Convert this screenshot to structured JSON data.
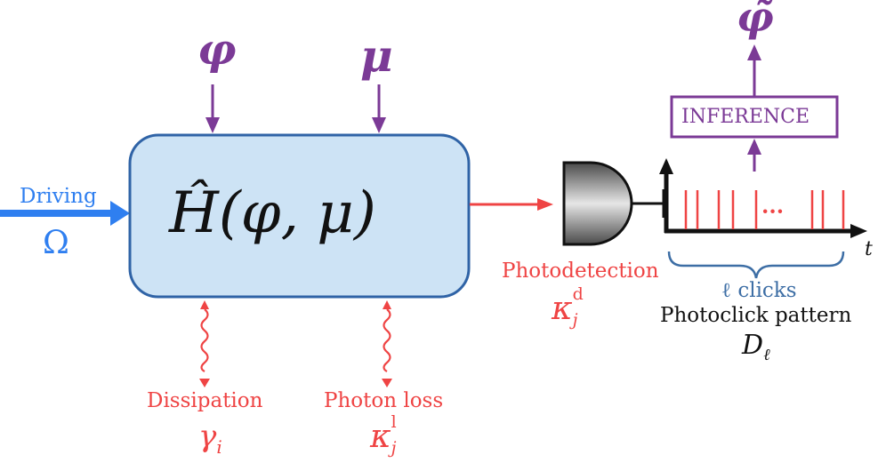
{
  "colors": {
    "red": "#ef4444",
    "blue": "#2f7ff0",
    "purple": "#7b3a96",
    "box_fill": "#cde3f5",
    "box_stroke": "#2f63a6",
    "slate": "#3d6ea5"
  },
  "inputs": {
    "phi": "φ",
    "mu": "μ",
    "phi_estimate": "φ̃"
  },
  "driving": {
    "label": "Driving",
    "symbol": "Ω"
  },
  "system": {
    "hamiltonian": "Ĥ(φ, μ)"
  },
  "dissipation": {
    "label": "Dissipation",
    "symbol": "γ",
    "sub": "i"
  },
  "photon_loss": {
    "label": "Photon loss",
    "symbol": "κ",
    "sup": "l",
    "sub": "j"
  },
  "photodetection": {
    "label": "Photodetection",
    "symbol": "κ",
    "sup": "d",
    "sub": "j"
  },
  "inference": {
    "label": "INFERENCE"
  },
  "clicks": {
    "axis_t": "t",
    "ellipsis": "···",
    "count_label": "ℓ clicks",
    "pattern_label": "Photoclick pattern",
    "pattern_symbol": "D",
    "pattern_sub": "ℓ"
  },
  "icons": [
    "photodetector-icon",
    "wavy-arrow-icon"
  ]
}
